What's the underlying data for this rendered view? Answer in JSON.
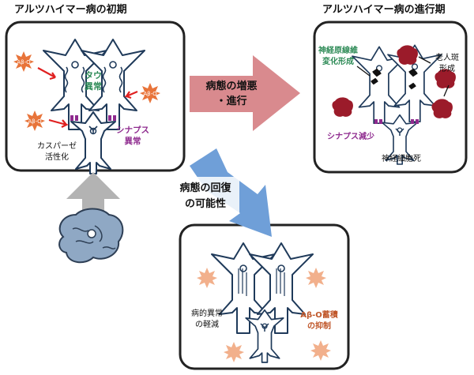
{
  "titles": {
    "early": "アルツハイマー病の初期",
    "advanced": "アルツハイマー病の進行期"
  },
  "early_panel": {
    "abeta_labels": [
      "Aβ-O",
      "Aβ-O",
      "Aβ-O"
    ],
    "tau_line1": "タウ",
    "tau_line2": "異常",
    "synapse_line1": "シナプス",
    "synapse_line2": "異常",
    "caspase_line1": "カスパーゼ",
    "caspase_line2": "活性化"
  },
  "advanced_panel": {
    "nft_line1": "神経原線維",
    "nft_line2": "変化形成",
    "plaque_line1": "老人斑",
    "plaque_line2": "形成",
    "synapse_loss": "シナプス減少",
    "neuron_death": "神経細胞死"
  },
  "recovery_panel": {
    "mitigation_line1": "病的異常",
    "mitigation_line2": "の軽減",
    "suppression_line1": "Aβ-O蓄積",
    "suppression_line2": "の抑制"
  },
  "arrows": {
    "progress_line1": "病態の増悪",
    "progress_line2": "・進行",
    "recovery_line1": "病態の回復",
    "recovery_line2": "の可能性"
  },
  "colors": {
    "panel_border": "#222222",
    "neuron_stroke": "#1f3a5a",
    "abeta_fill": "#e8743a",
    "abeta_faded": "#f2b08c",
    "plaque_fill": "#9b1b2a",
    "tau_text": "#2e8b57",
    "synapse_text": "#8e2a8e",
    "suppression_text": "#c0572a",
    "progress_arrow": "#d98a8e",
    "recovery_arrow": "#6f9fd8",
    "up_arrow": "#b3b3b3",
    "brain_fill": "#8fa8c4"
  },
  "icons": [
    "brain-icon",
    "abeta-oligomer-icon",
    "senile-plaque-icon",
    "neuron-icon",
    "synapse-icon"
  ]
}
